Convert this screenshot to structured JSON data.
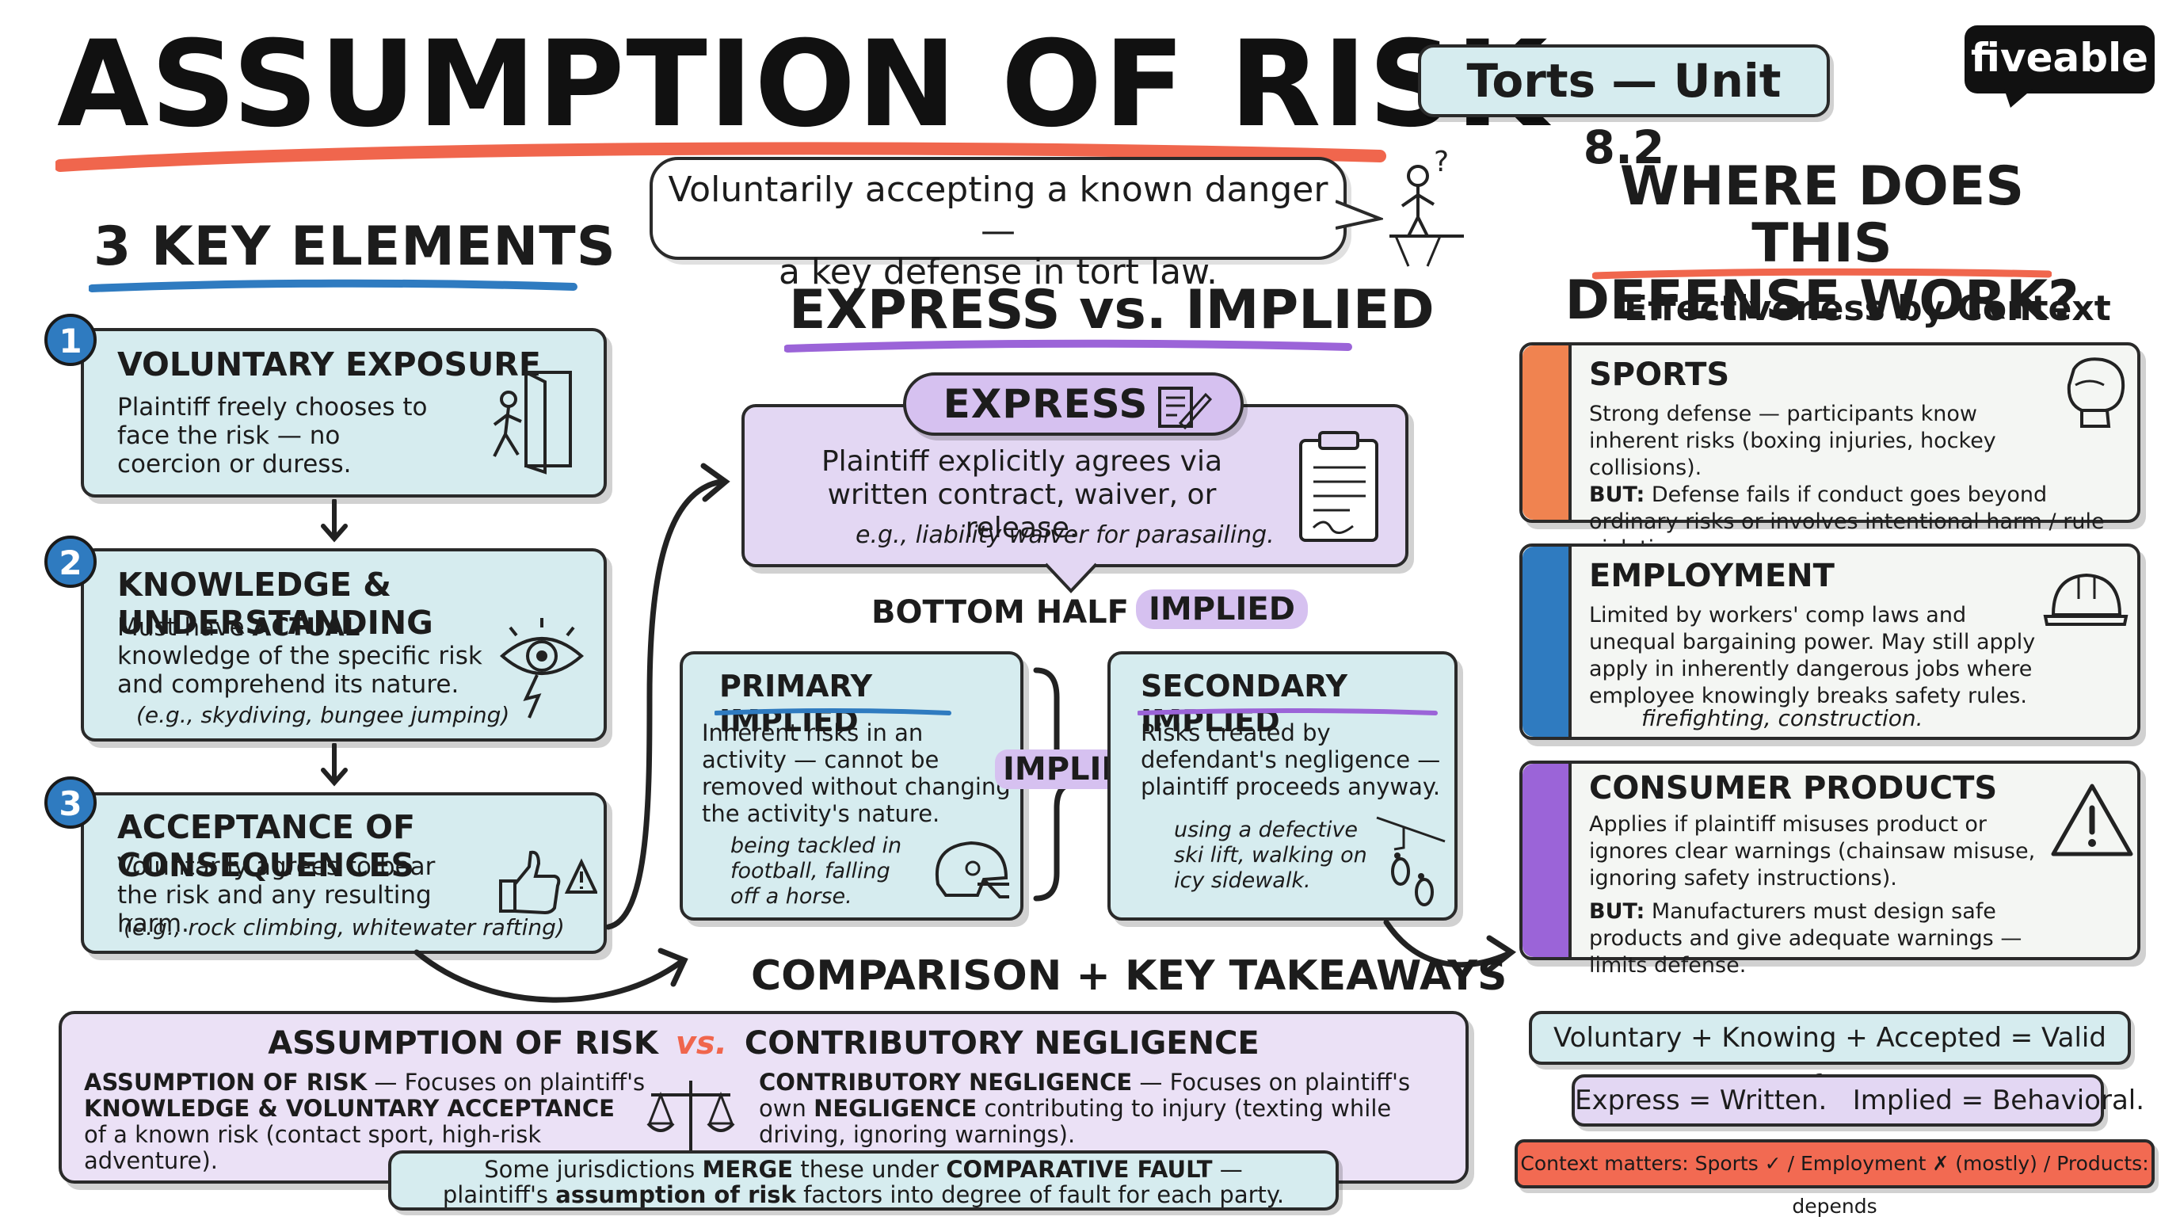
{
  "header": {
    "title": "ASSUMPTION OF RISK",
    "unit_badge": "Torts — Unit 8.2",
    "logo": "fiveable",
    "subtitle_line1": "Voluntarily accepting a known danger —",
    "subtitle_line2": "a key defense in tort law."
  },
  "elements": {
    "heading": "3 KEY ELEMENTS",
    "items": [
      {
        "number": "1",
        "title": "VOLUNTARY EXPOSURE",
        "body": "Plaintiff freely chooses to face the risk — no coercion or duress.",
        "example": "",
        "icon": "person-exit-door-icon"
      },
      {
        "number": "2",
        "title": "KNOWLEDGE & UNDERSTANDING",
        "body_pre": "Must have ",
        "body_bold": "ACTUAL",
        "body_post": " knowledge of the specific risk and comprehend its nature.",
        "example": "(e.g., skydiving, bungee jumping)",
        "icon": "eye-lightning-icon"
      },
      {
        "number": "3",
        "title": "ACCEPTANCE OF CONSEQUENCES",
        "body": "Voluntarily agrees to bear the risk and any resulting harm.",
        "example": "(e.g., rock climbing, whitewater rafting)",
        "icon": "thumbs-up-warning-icon"
      }
    ]
  },
  "express_implied": {
    "heading": "EXPRESS vs. IMPLIED",
    "express": {
      "label": "EXPRESS",
      "body": "Plaintiff explicitly agrees via written contract, waiver, or release.",
      "example": "e.g., liability waiver for parasailing."
    },
    "bottom_half_label": "BOTTOM HALF —",
    "bottom_half_tag": "IMPLIED",
    "implied_bracket_label": "IMPLIED",
    "primary": {
      "title": "PRIMARY IMPLIED",
      "body": "Inherent risks in an activity — cannot be removed without changing the activity's nature.",
      "example": "being tackled in football, falling off a horse."
    },
    "secondary": {
      "title": "SECONDARY IMPLIED",
      "body": "Risks created by defendant's negligence — plaintiff proceeds anyway.",
      "example": "using a defective ski lift, walking on icy sidewalk."
    }
  },
  "comparison": {
    "heading": "COMPARISON + KEY TAKEAWAYS",
    "title_left": "ASSUMPTION OF RISK",
    "title_vs": "vs.",
    "title_right": "CONTRIBUTORY NEGLIGENCE",
    "left_bold1": "ASSUMPTION OF RISK",
    "left_text1": " — Focuses on plaintiff's",
    "left_bold2": "KNOWLEDGE & VOLUNTARY ACCEPTANCE",
    "left_text2": "of a known risk (contact sport, high-risk adventure).",
    "right_bold1": "CONTRIBUTORY NEGLIGENCE",
    "right_text1": " — Focuses on plaintiff's own ",
    "right_bold2": "NEGLIGENCE",
    "right_text2": " contributing to injury (texting while driving, ignoring warnings).",
    "note_pre": "Some jurisdictions ",
    "note_bold1": "MERGE",
    "note_mid": " these under ",
    "note_bold2": "COMPARATIVE FAULT",
    "note_post": " —",
    "note_line2_pre": "plaintiff's ",
    "note_line2_bold": "assumption of risk",
    "note_line2_post": " factors into degree of fault for each party."
  },
  "contexts": {
    "heading_line1": "WHERE DOES THIS",
    "heading_line2": "DEFENSE WORK?",
    "subheading": "Effectiveness by Context",
    "items": [
      {
        "title": "SPORTS",
        "color": "#f08350",
        "body": "Strong defense — participants know inherent risks (boxing injuries, hockey collisions).",
        "but_label": "BUT:",
        "but_text": " Defense fails if conduct goes beyond ordinary risks or involves intentional harm / rule violations.",
        "icon": "boxing-glove-icon"
      },
      {
        "title": "EMPLOYMENT",
        "color": "#2f7bc0",
        "body": "Limited by workers' comp laws and unequal bargaining power. May still apply apply in inherently dangerous jobs where employee knowingly breaks safety rules.",
        "example": "firefighting, construction.",
        "icon": "hard-hat-icon"
      },
      {
        "title": "CONSUMER PRODUCTS",
        "color": "#9b64d8",
        "body": "Applies if plaintiff misuses product or ignores clear warnings (chainsaw misuse, ignoring safety instructions).",
        "but_label": "BUT:",
        "but_text": " Manufacturers must design safe products and give adequate warnings — limits defense.",
        "icon": "warning-triangle-icon"
      }
    ]
  },
  "takeaways": {
    "formula1": "Voluntary + Knowing + Accepted = Valid Defense",
    "formula2": "Express = Written.   Implied = Behavioral.",
    "context_note": "Context matters: Sports ✓ / Employment ✗ (mostly) / Products: depends"
  },
  "colors": {
    "accent_orange": "#f08350",
    "accent_blue": "#2f7bc0",
    "accent_purple": "#9b64d8",
    "card_teal": "#d6ecef",
    "card_lavender": "#e3d7f3"
  }
}
